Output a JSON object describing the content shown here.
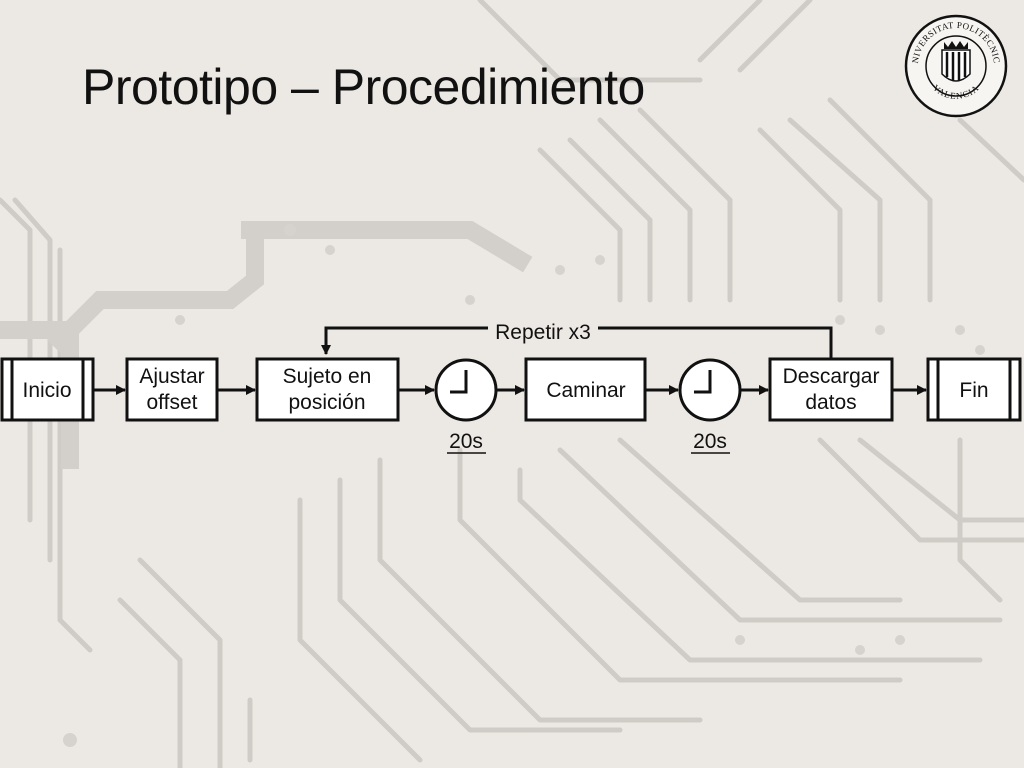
{
  "slide": {
    "title": "Prototipo – Procedimiento"
  },
  "logo": {
    "line1": "UNIVERSITAT POLITÈCNICA",
    "line2": "VALENCIA",
    "icon": "university-seal-icon"
  },
  "flow": {
    "steps": [
      {
        "id": "inicio",
        "lines": [
          "Inicio"
        ],
        "kind": "terminal"
      },
      {
        "id": "ajustar",
        "lines": [
          "Ajustar",
          "offset"
        ],
        "kind": "process"
      },
      {
        "id": "sujeto",
        "lines": [
          "Sujeto en",
          "posición"
        ],
        "kind": "process"
      },
      {
        "id": "timer1",
        "label": "20s",
        "kind": "timer",
        "icon": "clock-icon"
      },
      {
        "id": "caminar",
        "lines": [
          "Caminar"
        ],
        "kind": "process"
      },
      {
        "id": "timer2",
        "label": "20s",
        "kind": "timer",
        "icon": "clock-icon"
      },
      {
        "id": "descargar",
        "lines": [
          "Descargar",
          "datos"
        ],
        "kind": "process"
      },
      {
        "id": "fin",
        "lines": [
          "Fin"
        ],
        "kind": "terminal"
      }
    ],
    "loop_label": "Repetir x3"
  },
  "colors": {
    "background": "#ece8e3",
    "trace": "#cfcbc6",
    "ink": "#111111"
  }
}
